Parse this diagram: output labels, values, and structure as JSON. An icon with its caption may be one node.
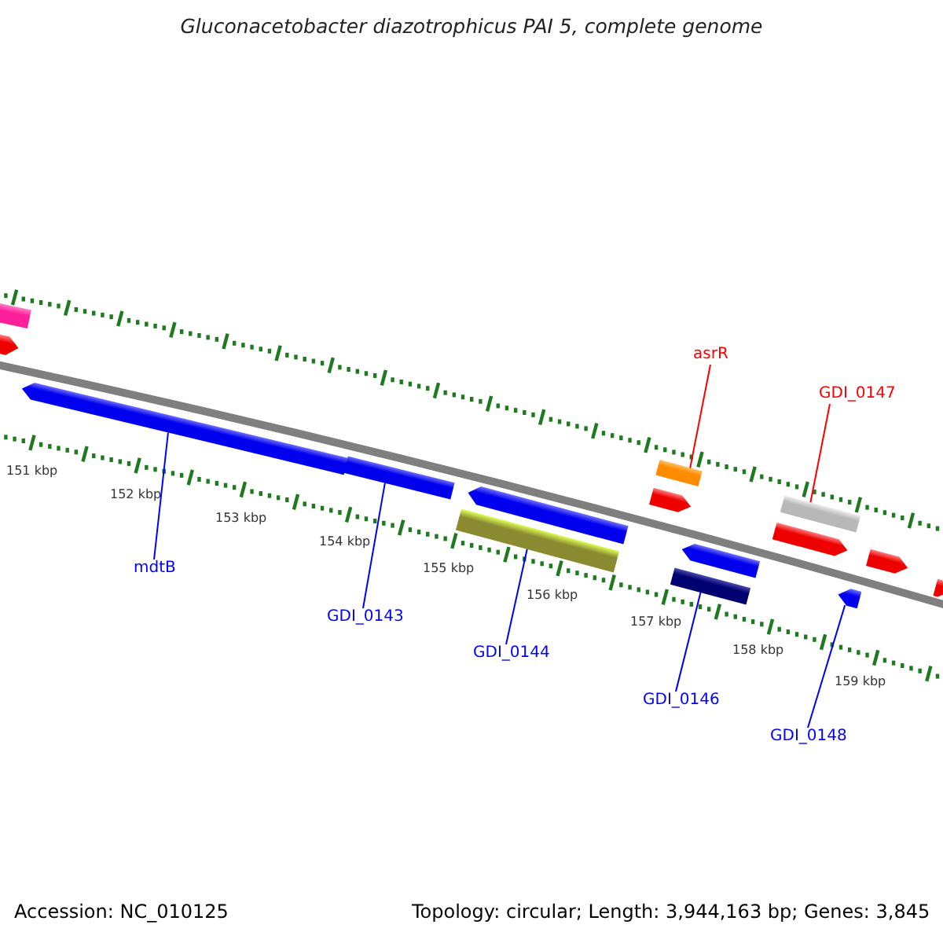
{
  "diagram": {
    "title": "Gluconacetobacter diazotrophicus PAI 5, complete genome",
    "nodes": [
      {
        "text": [
          "asrR"
        ]
      },
      {
        "text": [
          "GDI_0147"
        ]
      },
      {
        "text": [
          "mdtB"
        ]
      },
      {
        "text": [
          "GDI_0143"
        ]
      },
      {
        "text": [
          "GDI_0144"
        ]
      },
      {
        "text": [
          "GDI_0146"
        ]
      },
      {
        "text": [
          "GDI_0148"
        ]
      },
      {
        "text": [],
        "shape": "bar"
      },
      {
        "text": [],
        "shape": "bar"
      },
      {
        "text": [],
        "shape": "bar"
      },
      {
        "text": [],
        "shape": "bar"
      },
      {
        "text": [],
        "shape": "bar"
      },
      {
        "text": [],
        "shape": "bar"
      },
      {
        "text": [],
        "shape": "bar"
      },
      {
        "text": [],
        "shape": "bar"
      },
      {
        "text": [],
        "shape": "bar"
      },
      {
        "text": [],
        "shape": "bar"
      },
      {
        "text": [],
        "shape": "bar"
      },
      {
        "text": [],
        "shape": "bar"
      },
      {
        "text": [],
        "shape": "bar"
      },
      {
        "text": [],
        "shape": "bar"
      },
      {
        "text": [],
        "shape": "bar"
      }
    ],
    "edges": [
      {
        "from": 0,
        "to": 14,
        "arrow": "none",
        "color": "#ff0000"
      },
      {
        "from": 1,
        "to": 18,
        "arrow": "none",
        "color": "#ff0000"
      },
      {
        "from": 2,
        "to": 9,
        "arrow": "none"
      },
      {
        "from": 3,
        "to": 10,
        "arrow": "none"
      },
      {
        "from": 4,
        "to": 11,
        "arrow": "none"
      },
      {
        "from": 5,
        "to": 15,
        "arrow": "none"
      },
      {
        "from": 6,
        "to": 19,
        "arrow": "none"
      }
    ],
    "labels": [
      "151 kbp",
      "152 kbp",
      "153 kbp",
      "154 kbp",
      "155 kbp",
      "156 kbp",
      "157 kbp",
      "158 kbp",
      "159 kbp",
      "Accession: NC_010125",
      "Topology: circular; Length: 3,944,163 bp; Genes: 3,845"
    ]
  }
}
